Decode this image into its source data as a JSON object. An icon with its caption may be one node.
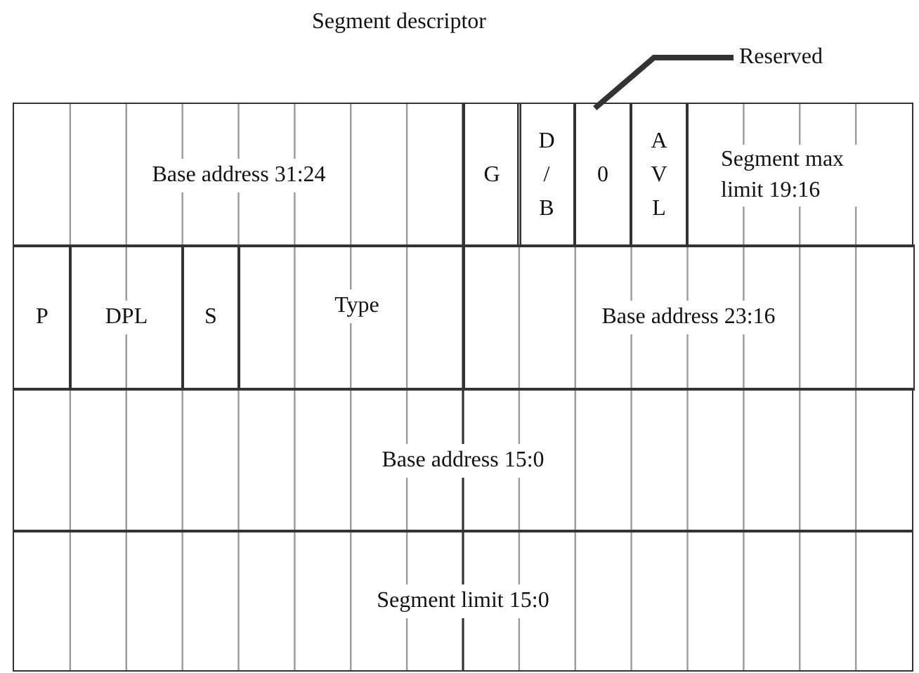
{
  "diagram": {
    "title": "Segment descriptor",
    "nodes": [
      {
        "text": [
          "Base address 31:24"
        ]
      },
      {
        "text": [
          "G"
        ]
      },
      {
        "text": [
          "D / B"
        ]
      },
      {
        "text": [
          "0"
        ]
      },
      {
        "text": [
          "A V L"
        ]
      },
      {
        "text": [
          "Segment max limit 19:16"
        ]
      },
      {
        "text": [
          "P"
        ]
      },
      {
        "text": [
          "DPL"
        ]
      },
      {
        "text": [
          "S"
        ]
      },
      {
        "text": [
          "Type"
        ]
      },
      {
        "text": [
          "Base address 23:16"
        ]
      },
      {
        "text": [
          "Base address 15:0"
        ]
      },
      {
        "text": [
          "Segment limit 15:0"
        ]
      },
      {
        "text": [
          "Reserved"
        ]
      }
    ],
    "edges": [
      {
        "from": 13,
        "to": 3,
        "arrow": "none"
      }
    ]
  }
}
